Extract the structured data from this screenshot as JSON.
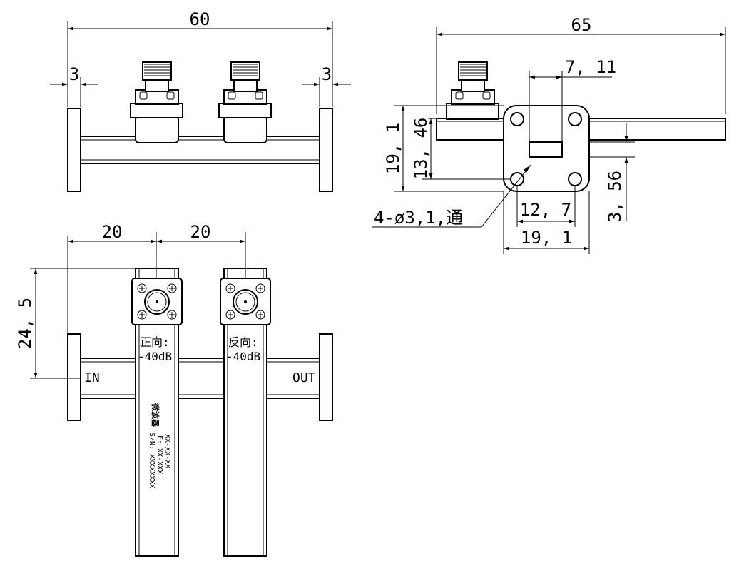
{
  "dims": {
    "top_total": "60",
    "top_left_flange": "3",
    "top_right_flange": "3",
    "side_total": "65",
    "side_7_11": "7, 11",
    "side_19_1_v": "19, 1",
    "side_13_46": "13, 46",
    "side_3_56": "3, 56",
    "side_12_7": "12, 7",
    "side_19_1_h": "19, 1",
    "holes": "4-ø3,1,通",
    "bottom_20_left": "20",
    "bottom_20_right": "20",
    "bottom_24_5": "24, 5"
  },
  "labels": {
    "in": "IN",
    "out": "OUT",
    "forward_dir": "正向:",
    "forward_val": "-40dB",
    "reverse_dir": "反向:",
    "reverse_val": "-40dB",
    "brand": "微波器",
    "model": "XX-XX-XX",
    "freq": "F: XX-XXX",
    "serial": "S/N: XXXXXXXX"
  },
  "colors": {
    "line": "#000000",
    "brand": "#2f6f4f"
  }
}
